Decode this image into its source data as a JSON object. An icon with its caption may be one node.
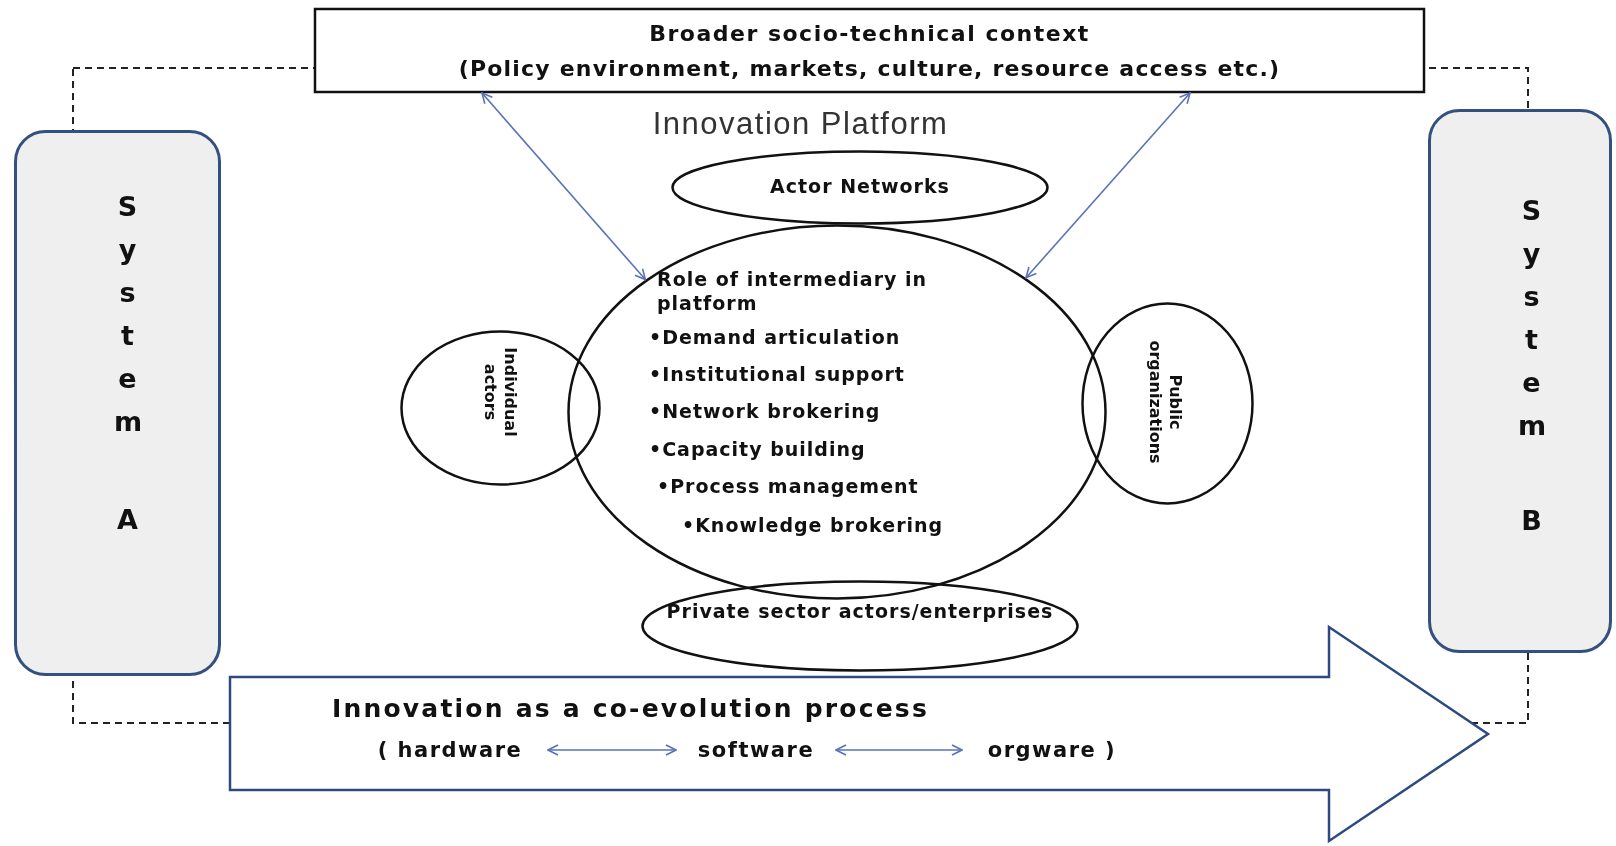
{
  "diagram": {
    "nodes": [
      {
        "text": [
          "Broader socio-technical context",
          "(Policy environment, markets, culture, resource access etc.)"
        ]
      },
      {
        "text": [
          "System",
          "A"
        ]
      },
      {
        "text": [
          "Innovation Platform"
        ]
      },
      {
        "text": [
          "Actor Networks"
        ],
        "in": 2
      },
      {
        "text": [
          "Role of intermediary in platform",
          "•Demand articulation",
          "•Institutional support",
          "•Network brokering",
          "•Capacity building",
          "•Process management",
          "•Knowledge brokering"
        ],
        "in": 2
      },
      {
        "text": [
          "Individual actors"
        ],
        "in": 2
      },
      {
        "text": [
          "Public organizations"
        ],
        "in": 2
      },
      {
        "text": [
          "Private sector actors/enterprises"
        ],
        "in": 2
      },
      {
        "text": [
          "Innovation as a co-evolution process"
        ]
      },
      {
        "text": [
          "( hardware"
        ],
        "in": 8
      },
      {
        "text": [
          "software"
        ],
        "in": 8
      },
      {
        "text": [
          "orgware )"
        ],
        "in": 8
      },
      {
        "text": [
          "System",
          "B"
        ]
      }
    ],
    "edges": [
      {
        "from": 0,
        "to": 4,
        "arrow": "both"
      },
      {
        "from": 0,
        "to": 4,
        "arrow": "both"
      },
      {
        "from": 9,
        "to": 10,
        "arrow": "both"
      },
      {
        "from": 10,
        "to": 11,
        "arrow": "both"
      }
    ]
  }
}
